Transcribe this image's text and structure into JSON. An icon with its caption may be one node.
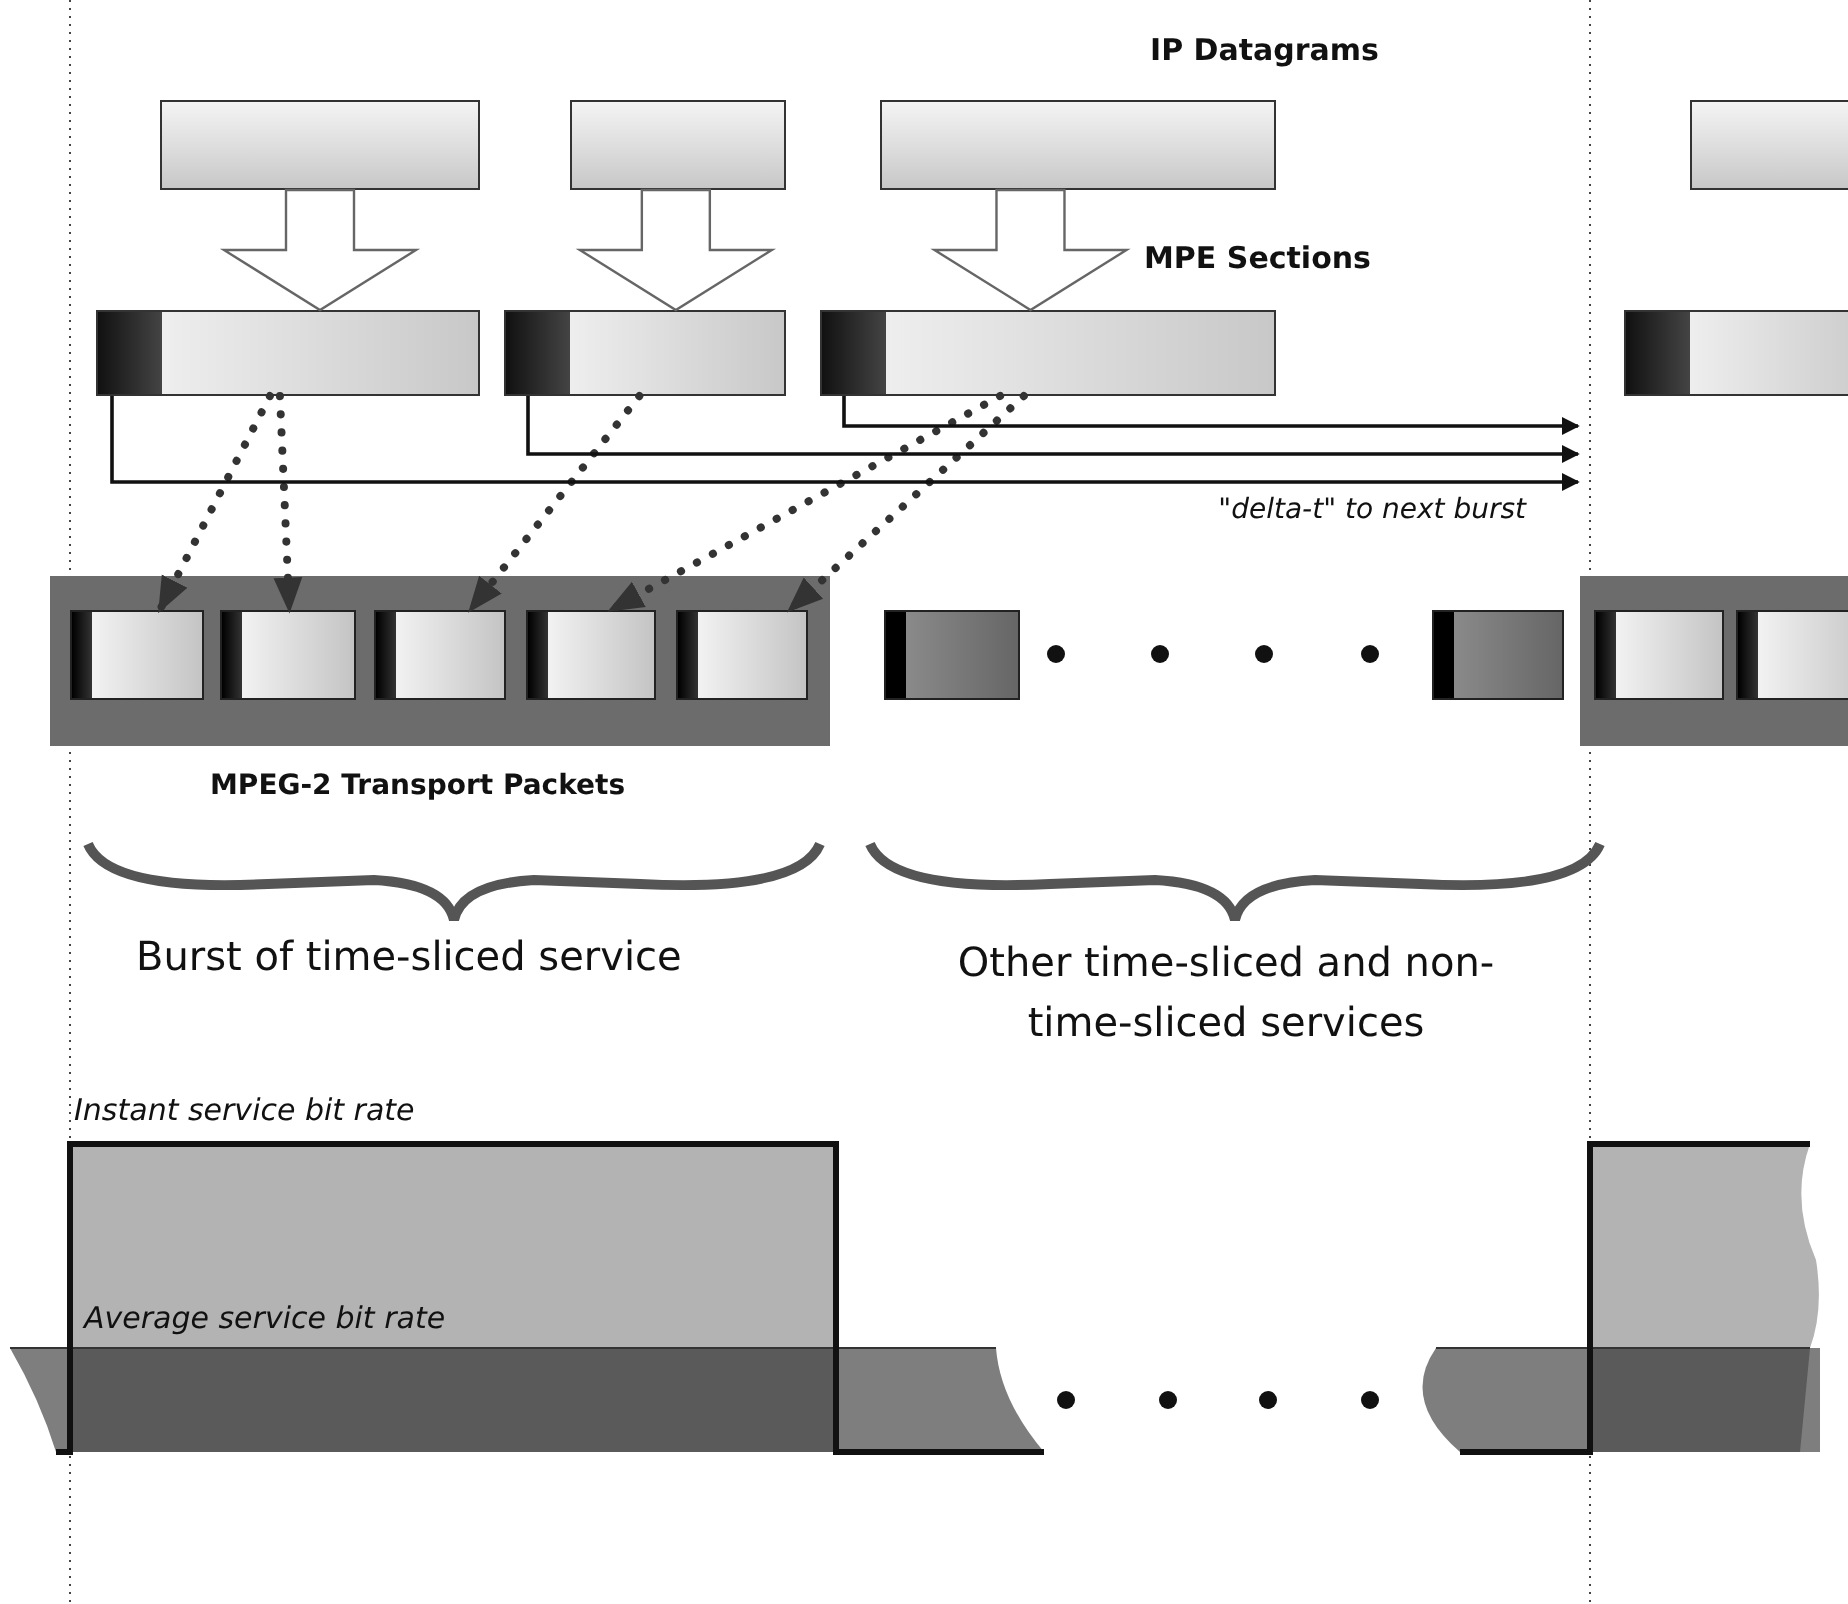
{
  "diagram": {
    "nodes": [
      {
        "text": [],
        "shape": "box"
      },
      {
        "text": [],
        "shape": "box"
      },
      {
        "text": [],
        "shape": "box"
      },
      {
        "text": [],
        "shape": "box"
      },
      {
        "text": [],
        "shape": "box"
      },
      {
        "text": [],
        "shape": "box"
      },
      {
        "text": [],
        "shape": "box"
      },
      {
        "text": [],
        "shape": "box"
      },
      {
        "text": [],
        "shape": "bar"
      },
      {
        "text": [],
        "shape": "box",
        "in": 8
      },
      {
        "text": [],
        "shape": "box",
        "in": 8
      },
      {
        "text": [],
        "shape": "box",
        "in": 8
      },
      {
        "text": [],
        "shape": "box",
        "in": 8
      },
      {
        "text": [],
        "shape": "box",
        "in": 8
      },
      {
        "text": [],
        "shape": "box"
      },
      {
        "text": [],
        "shape": "box"
      },
      {
        "text": [],
        "shape": "bar"
      },
      {
        "text": [],
        "shape": "box",
        "in": 16
      },
      {
        "text": [],
        "shape": "box",
        "in": 16
      }
    ],
    "edges": [
      {
        "from": 0,
        "to": 4,
        "arrow": "to"
      },
      {
        "from": 1,
        "to": 5,
        "arrow": "to"
      },
      {
        "from": 2,
        "to": 6,
        "arrow": "to"
      },
      {
        "from": 4,
        "to": 9,
        "arrow": "to",
        "style": "dashed"
      },
      {
        "from": 4,
        "to": 10,
        "arrow": "to",
        "style": "dashed"
      },
      {
        "from": 5,
        "to": 11,
        "arrow": "to",
        "style": "dashed"
      },
      {
        "from": 6,
        "to": 12,
        "arrow": "to",
        "style": "dashed"
      },
      {
        "from": 6,
        "to": 13,
        "arrow": "to",
        "style": "dashed"
      },
      {
        "from": 6,
        "to": null,
        "arrow": "to"
      },
      {
        "from": 5,
        "to": null,
        "arrow": "to"
      },
      {
        "from": 4,
        "to": null,
        "arrow": "to",
        "label": "\"delta-t\" to next burst"
      }
    ],
    "labels": [
      "IP Datagrams",
      "MPE Sections",
      "MPEG-2 Transport Packets",
      "Burst of time-sliced service",
      "Other time-sliced and non-time-sliced services",
      "Instant service bit rate",
      "Average service bit rate"
    ]
  }
}
